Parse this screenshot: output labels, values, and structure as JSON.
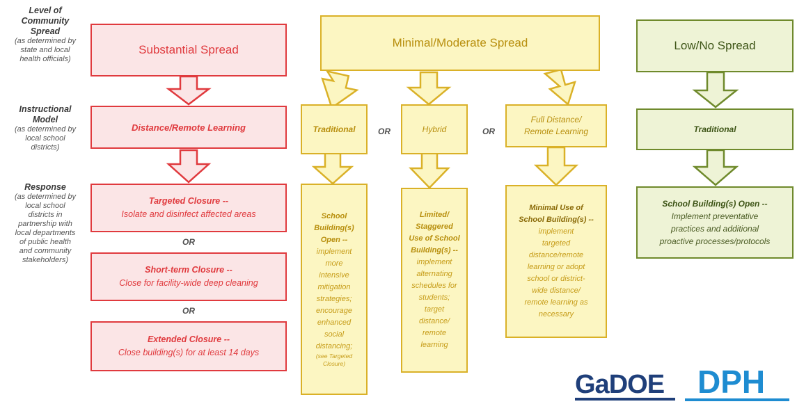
{
  "side_labels": {
    "level": {
      "title_lines": [
        "Level of",
        "Community",
        "Spread"
      ],
      "note_lines": [
        "(as determined by",
        "state and local",
        "health officials)"
      ]
    },
    "model": {
      "title_lines": [
        "Instructional",
        "Model"
      ],
      "note_lines": [
        "(as determined by",
        "local school",
        "districts)"
      ]
    },
    "response": {
      "title": "Response",
      "note_lines": [
        "(as determined by",
        "local school",
        "districts in",
        "partnership with",
        "local departments",
        "of public health",
        "and community",
        "stakeholders)"
      ]
    }
  },
  "substantial": {
    "spread": "Substantial Spread",
    "model": "Distance/Remote Learning",
    "targeted": {
      "title": "Targeted Closure --",
      "desc": "Isolate and disinfect affected areas"
    },
    "or1": "OR",
    "short_term": {
      "title": "Short-term Closure --",
      "desc": "Close for facility-wide deep cleaning"
    },
    "or2": "OR",
    "extended": {
      "title": "Extended Closure --",
      "desc": "Close building(s) for at least 14 days"
    }
  },
  "moderate": {
    "spread": "Minimal/Moderate Spread",
    "models": {
      "traditional": "Traditional",
      "or_a": "OR",
      "hybrid": "Hybrid",
      "or_b": "OR",
      "full_distance_lines": [
        "Full Distance/",
        "Remote Learning"
      ]
    },
    "responses": {
      "traditional": {
        "title_lines": [
          "School",
          "Building(s)",
          "Open --"
        ],
        "desc_lines": [
          "implement",
          "more",
          "intensive",
          "mitigation",
          "strategies;",
          "encourage",
          "enhanced",
          "social",
          "distancing;"
        ],
        "note_lines": [
          "(see Targeted",
          "Closure)"
        ]
      },
      "hybrid": {
        "title_lines": [
          "Limited/",
          "Staggered",
          "Use of School",
          "Building(s) --"
        ],
        "desc_lines": [
          "implement",
          "alternating",
          "schedules for",
          "students;",
          "target",
          "distance/",
          "remote",
          "learning"
        ]
      },
      "full_distance": {
        "title_lines": [
          "Minimal Use of",
          "School Building(s) --"
        ],
        "desc_lines": [
          "implement",
          "targeted",
          "distance/remote",
          "learning or adopt",
          "school or district-",
          "wide distance/",
          "remote learning as",
          "necessary"
        ]
      }
    }
  },
  "low": {
    "spread": "Low/No Spread",
    "model": "Traditional",
    "response": {
      "title": "School Building(s) Open --",
      "desc_lines": [
        "Implement preventative",
        "practices and additional",
        "proactive processes/protocols"
      ]
    }
  },
  "logos": {
    "gadoe": "GaDOE",
    "dph": "DPH"
  },
  "colors": {
    "red": "#e03a3e",
    "yellow": "#dab128",
    "green": "#6f8a2c"
  }
}
